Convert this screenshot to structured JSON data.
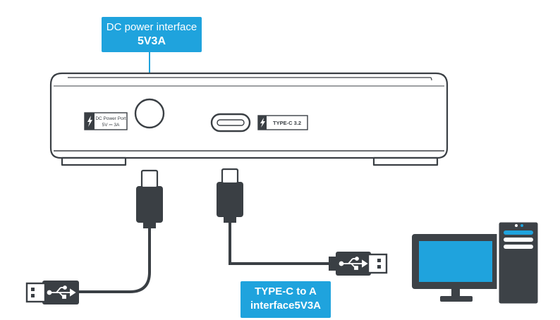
{
  "callouts": {
    "dc_power": {
      "line1": "DC power interface",
      "line2": "5V3A"
    },
    "typec_cable": {
      "line1": "TYPE-C to A",
      "line2": "interface5V3A"
    }
  },
  "device_labels": {
    "dc_port_line1": "DC Power Port",
    "dc_port_line2": "5V ⎓ 3A",
    "typec_port": "TYPE-C 3.2"
  },
  "colors": {
    "accent": "#1fa3dd",
    "outline": "#3a3f44",
    "cable": "#3a3f44",
    "monitor_screen": "#1fa3dd",
    "tower": "#3d4247"
  },
  "icons": [
    "lightning-icon",
    "usb-trident-icon",
    "desktop-computer-icon"
  ]
}
